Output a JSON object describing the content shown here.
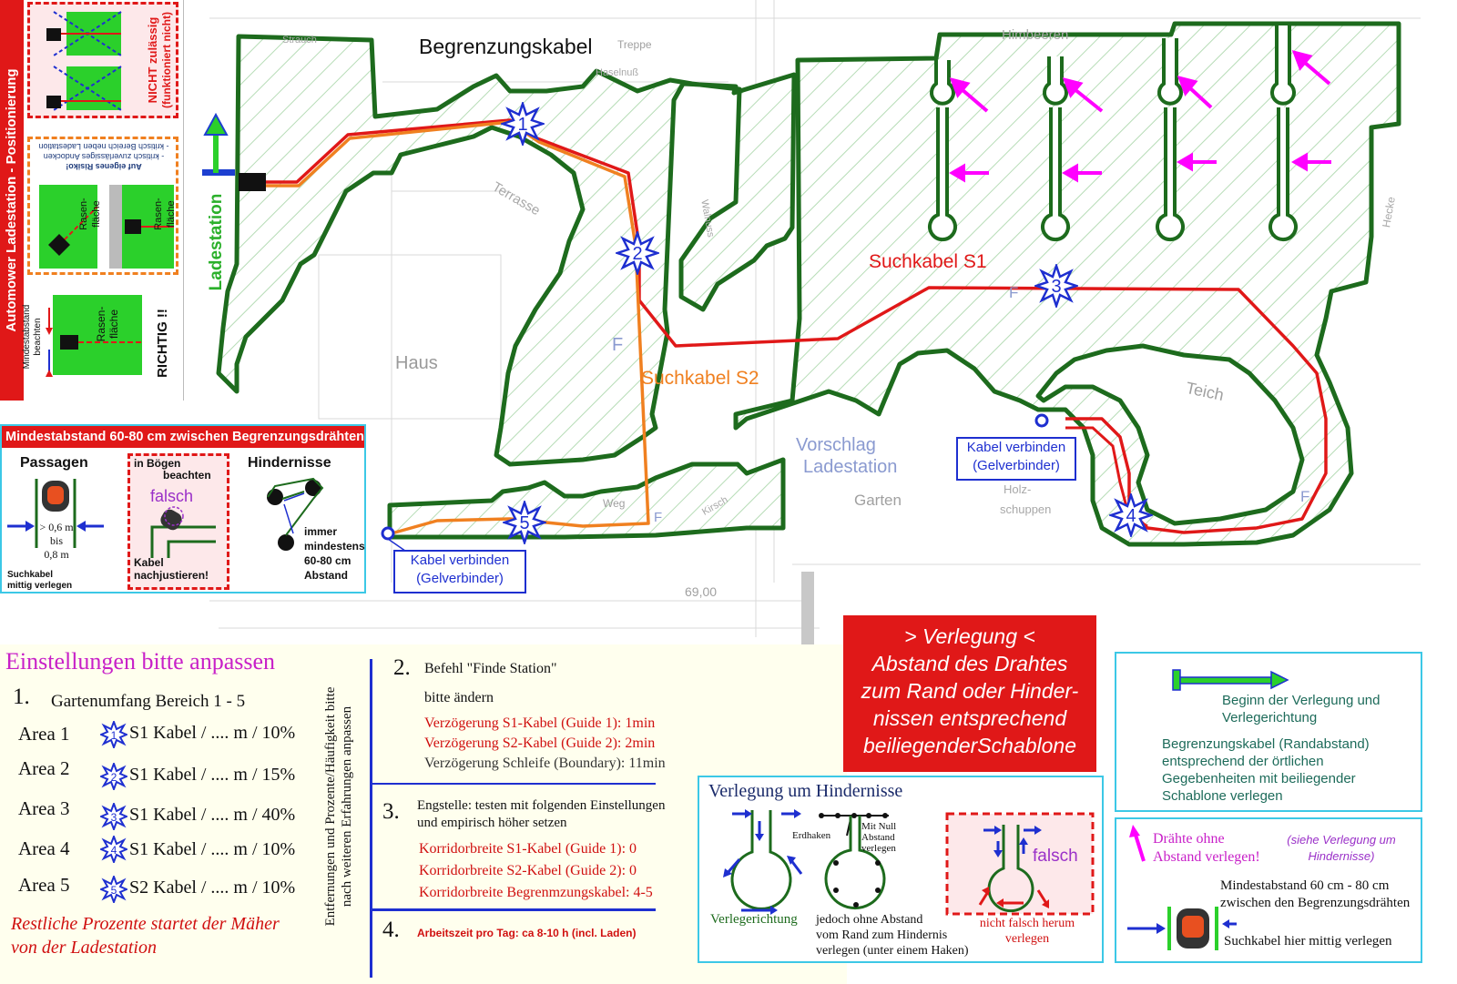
{
  "map": {
    "title_boundary": "Begrenzungskabel",
    "guide_s1": "Suchkabel S1",
    "guide_s2": "Suchkabel S2",
    "connect_label_1": "Kabel verbinden",
    "connect_label_2": "(Gelverbinder)",
    "station_vertical": "Ladestation",
    "markers": [
      "1",
      "2",
      "3",
      "4",
      "5"
    ],
    "sketch": {
      "haus": "Haus",
      "terrasse": "Terrasse",
      "teich": "Teich",
      "garten": "Garten",
      "holz": "Holz-",
      "schuppen": "schuppen",
      "vorschlag1": "Vorschlag",
      "vorschlag2": "Ladestation",
      "himbeeren": "Himbeeren",
      "measure": "69,00",
      "weg": "Weg",
      "treppe": "Treppe",
      "f1": "F",
      "f2": "F",
      "f3": "F",
      "f4": "F",
      "walnuss": "Walnuss",
      "hecke": "Hecke",
      "strauch": "Strauch",
      "haselnuss": "Haselnuß",
      "kirsch": "Kirsch"
    }
  },
  "positioning": {
    "vertical_title": "Automower Ladestation - Positionierung",
    "not_allowed_1": "NICHT zulässig",
    "not_allowed_2": "(funktioniert nicht)",
    "own_risk_1": "Auf eigenes Risiko!",
    "own_risk_2": "- kritisch zuverlässiges Andocken",
    "own_risk_3": "- kritisch Bereich neben Ladestation",
    "lawn_1": "Rasen-",
    "lawn_2": "fläche",
    "min_dist_1": "Mindestabstand",
    "min_dist_2": "beachten",
    "correct": "RICHTIG !!"
  },
  "distance": {
    "header": "Mindestabstand 60-80 cm zwischen Begrenzungsdrähten",
    "passagen": "Passagen",
    "dist_1": "> 0,6 m",
    "dist_2": "bis",
    "dist_3": "0,8 m",
    "center_1": "Suchkabel",
    "center_2": "mittig verlegen",
    "bends_1": "in Bögen",
    "bends_2": "beachten",
    "wrong": "falsch",
    "adjust_1": "Kabel",
    "adjust_2": "nachjustieren!",
    "obstacles": "Hindernisse",
    "always_1": "immer",
    "always_2": "mindestens",
    "always_3": "60-80 cm",
    "always_4": "Abstand"
  },
  "settings": {
    "heading": "Einstellungen bitte anpassen",
    "step1_num": "1.",
    "step1_title": "Gartenumfang Bereich 1 - 5",
    "areas": [
      {
        "label": "Area 1",
        "num": "1",
        "text": "S1 Kabel / .... m / 10%"
      },
      {
        "label": "Area 2",
        "num": "2",
        "text": "S1 Kabel / .... m / 15%"
      },
      {
        "label": "Area 3",
        "num": "3",
        "text": "S1 Kabel / .... m / 40%"
      },
      {
        "label": "Area 4",
        "num": "4",
        "text": "S1 Kabel / .... m / 10%"
      },
      {
        "label": "Area 5",
        "num": "5",
        "text": "S2 Kabel / .... m / 10%"
      }
    ],
    "remainder_1": "Restliche Prozente  startet der Mäher",
    "remainder_2": "von der Ladestation",
    "vertical_note_1": "Entfernungen und Prozente/Häufigkeit bitte",
    "vertical_note_2": "nach weiteren Erfahrungen anpassen",
    "step2_num": "2.",
    "step2_title": "Befehl \"Finde Station\"",
    "step2_sub": "bitte ändern",
    "step2_lines": [
      "Verzögerung S1-Kabel (Guide 1): 1min",
      "Verzögerung S2-Kabel (Guide 2): 2min",
      "Verzögerung Schleife (Boundary): 11min"
    ],
    "step3_num": "3.",
    "step3_title_1": "Engstelle: testen mit folgenden Einstellungen",
    "step3_title_2": "und empirisch höher setzen",
    "step3_lines": [
      "Korridorbreite S1-Kabel (Guide 1): 0",
      "Korridorbreite S2-Kabel (Guide 2): 0",
      "Korridorbreite Begrenmzungskabel: 4-5"
    ],
    "step4_num": "4.",
    "step4_text": "Arbeitszeit pro Tag: ca 8-10 h (incl. Laden)"
  },
  "laying": {
    "lines": [
      "> Verlegung <",
      "Abstand des Drahtes",
      "zum Rand oder Hinder-",
      "nissen entsprechend",
      "beiliegenderSchablone"
    ]
  },
  "obstacle_laying": {
    "title": "Verlegung um Hindernisse",
    "direction": "Verlegerichtung",
    "erdhaken": "Erdhaken",
    "zero_1": "Mit Null",
    "zero_2": "Abstand",
    "zero_3": "verlegen",
    "without_1": "jedoch ohne Abstand",
    "without_2": "vom Rand zum Hindernis",
    "without_3": "verlegen (unter einem Haken)",
    "wrong": "falsch",
    "wrong_dir_1": "nicht falsch herum",
    "wrong_dir_2": "verlegen"
  },
  "legend": {
    "start_1": "Beginn der Verlegung und",
    "start_2": "Verlegerichtung",
    "boundary_1": "Begrenzungskabel (Randabstand)",
    "boundary_2": "entsprechend der örtlichen",
    "boundary_3": "Gegebenheiten mit beiliegender",
    "boundary_4": "Schablone verlegen",
    "wires_1": "Drähte ohne",
    "wires_2": "Abstand verlegen!",
    "see_1": "(siehe Verlegung um",
    "see_2": "Hindernisse)",
    "min_1": "Mindestabstand 60 cm - 80 cm",
    "min_2": "zwischen den Begrenzungsdrähten",
    "center": "Suchkabel hier mittig verlegen"
  },
  "colors": {
    "boundary": "#1d6b1d",
    "guide_s1": "#e01818",
    "guide_s2": "#f08020",
    "star": "#1e2fd0",
    "magenta": "#ff00ff",
    "lawn": "#2bd02b"
  }
}
